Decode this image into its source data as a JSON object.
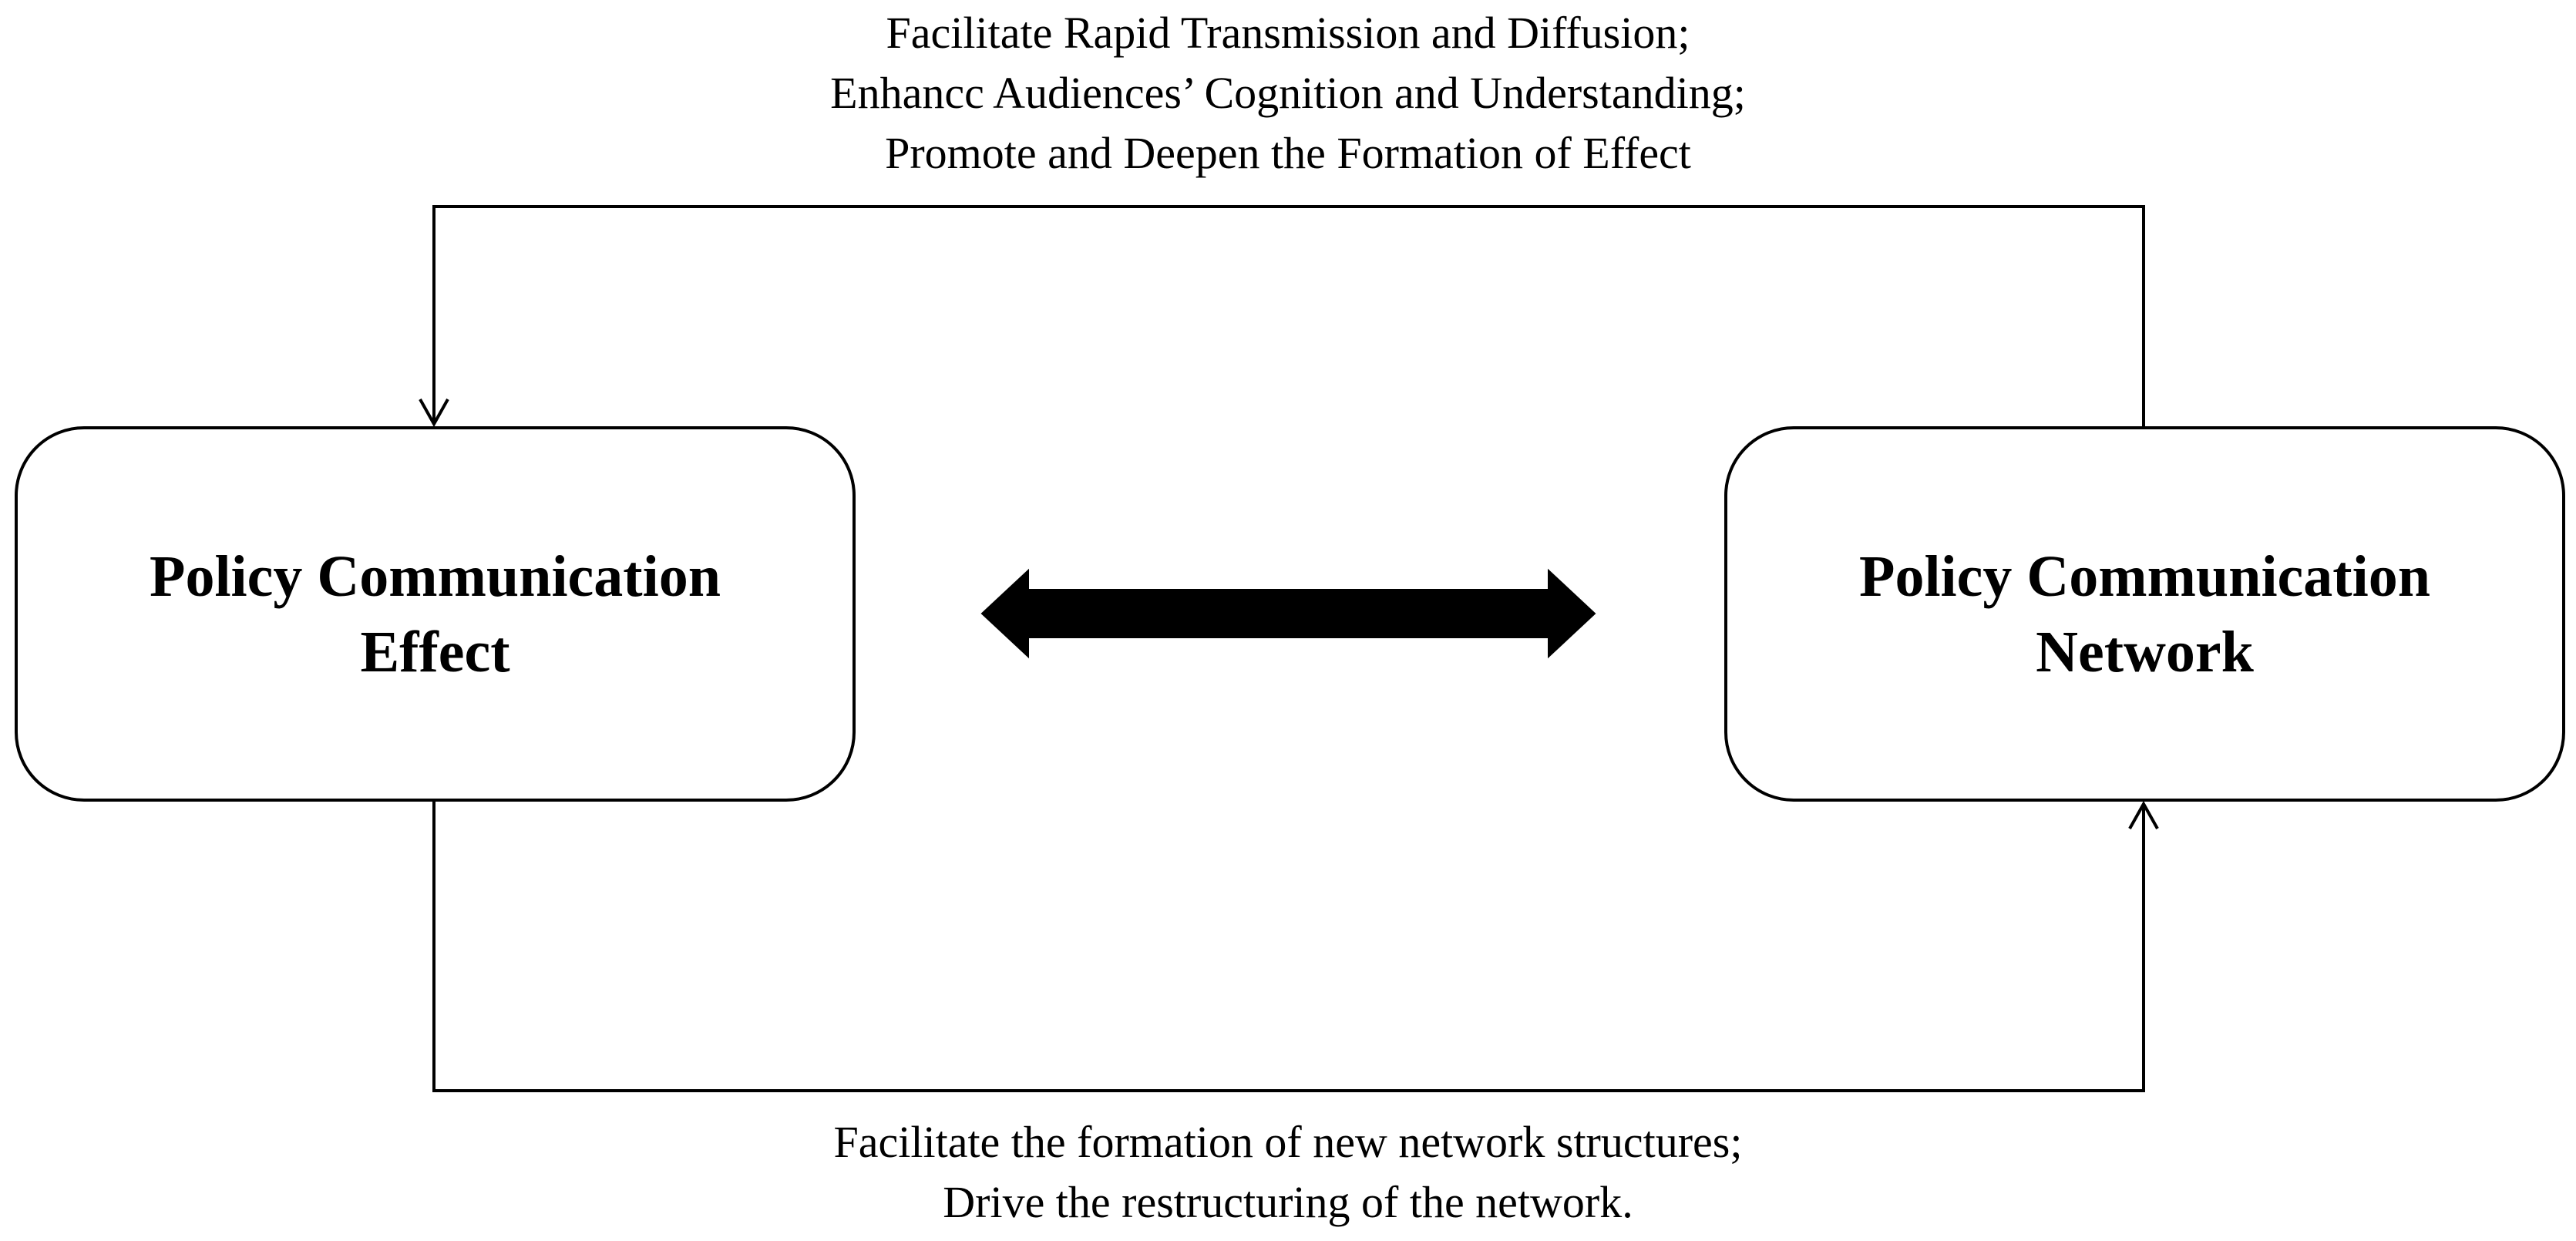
{
  "diagram": {
    "top_caption": [
      "Facilitate Rapid Transmission and Diffusion;",
      "Enhancc Audiences’ Cognition and Understanding;",
      "Promote and Deepen the Formation of Effect"
    ],
    "bottom_caption": [
      "Facilitate the formation of new network structures;",
      "Drive the restructuring of the network."
    ],
    "nodes": {
      "effect": [
        "Policy Communication",
        "Effect"
      ],
      "network": [
        "Policy Communication",
        "Network"
      ]
    },
    "stroke_color": "#000000",
    "fill_color": "#ffffff"
  }
}
